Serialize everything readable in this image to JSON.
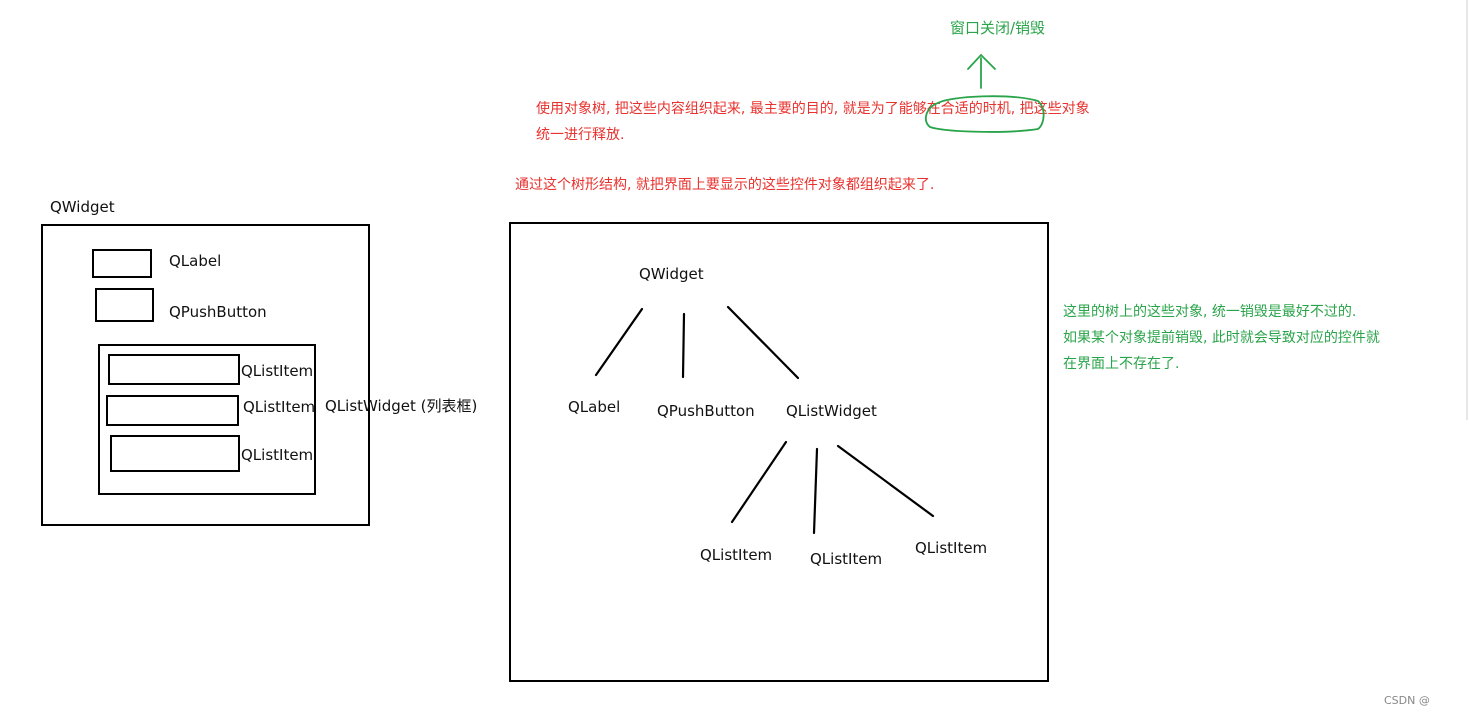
{
  "left_diagram": {
    "root_label": "QWidget",
    "label_widget": "QLabel",
    "push_button_widget": "QPushButton",
    "list_widget_label": "QListWidget (列表框)",
    "list_items": [
      "QListItem",
      "QListItem",
      "QListItem"
    ]
  },
  "tree_diagram": {
    "root": "QWidget",
    "children": [
      "QLabel",
      "QPushButton",
      "QListWidget"
    ],
    "grandchildren": [
      "QListItem",
      "QListItem",
      "QListItem"
    ]
  },
  "annotations": {
    "release_note_line1": "使用对象树, 把这些内容组织起来, 最主要的目的, 就是为了能够在合适的时机, 把这些对象",
    "release_note_line2": "统一进行释放.",
    "structure_note": "通过这个树形结构, 就把界面上要显示的这些控件对象都组织起来了.",
    "destroy_label": "窗口关闭/销毁",
    "side_note_lines": [
      "这里的树上的这些对象, 统一销毁是最好不过的.",
      "如果某个对象提前销毁, 此时就会导致对应的控件就",
      "在界面上不存在了."
    ]
  },
  "watermark": "CSDN @",
  "colors": {
    "red_text": "#e8322e",
    "green_text": "#2aa44a",
    "lines": "#000000"
  }
}
